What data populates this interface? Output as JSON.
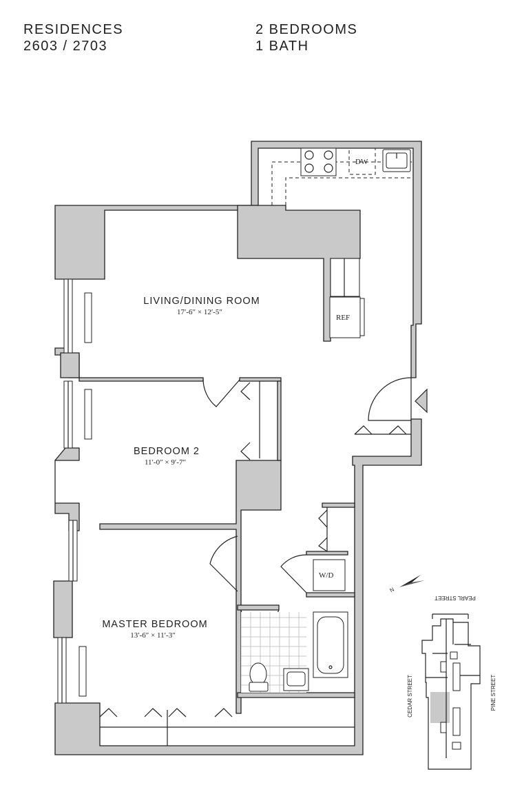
{
  "header": {
    "residences_label": "RESIDENCES",
    "unit_numbers": "2603 / 2703",
    "bedrooms": "2 BEDROOMS",
    "baths": "1 BATH"
  },
  "rooms": {
    "living": {
      "name": "LIVING/DINING ROOM",
      "dimensions": "17′-6″ × 12′-5″"
    },
    "bedroom2": {
      "name": "BEDROOM 2",
      "dimensions": "11′-0″ × 9′-7″"
    },
    "master": {
      "name": "MASTER BEDROOM",
      "dimensions": "13′-6″ × 11′-3″"
    }
  },
  "fixtures": {
    "dishwasher": "DW",
    "refrigerator": "REF",
    "washer_dryer": "W/D"
  },
  "key_plan": {
    "north": "N",
    "streets": {
      "top": "PEARL STREET",
      "left": "CEDAR STREET",
      "right": "PINE STREET"
    }
  },
  "colors": {
    "wall": "#c9c9c9",
    "line": "#222222"
  }
}
